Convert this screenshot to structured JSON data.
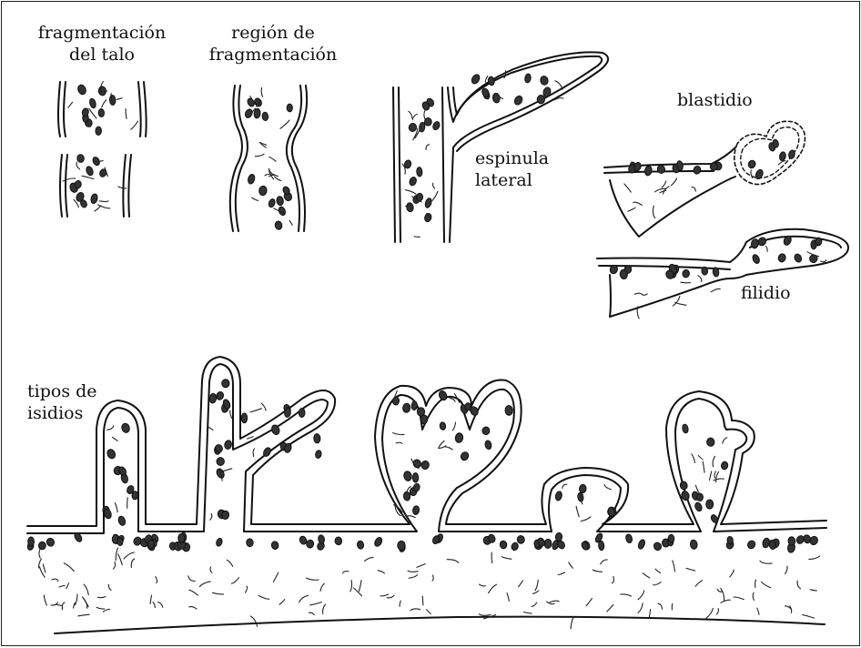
{
  "labels": {
    "fragmentacion_talo": [
      "fragmentación",
      "del talo"
    ],
    "region_fragmentacion": [
      "región de",
      "fragmentación"
    ],
    "espinula_lateral": [
      "espinula",
      "lateral"
    ],
    "blastidio": "blastidio",
    "filidio": "filidio",
    "tipos_isidios": [
      "tipos de",
      "isidios"
    ]
  }
}
